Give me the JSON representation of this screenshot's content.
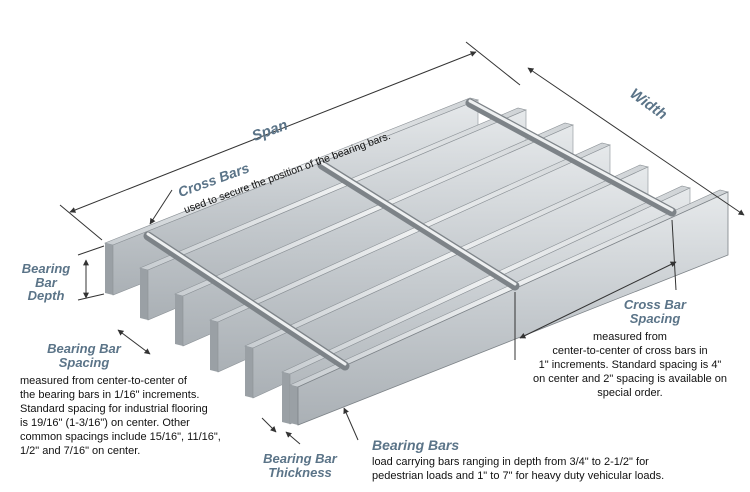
{
  "labels": {
    "span": "Span",
    "width": "Width",
    "cross_bars": "Cross Bars",
    "cross_bars_desc": "used to secure the position of the bearing bars.",
    "bearing_bar_depth": [
      "Bearing",
      "Bar",
      "Depth"
    ],
    "bearing_bar_spacing": [
      "Bearing Bar",
      "Spacing"
    ],
    "bearing_bar_spacing_desc": [
      "measured from center-to-center of",
      "the bearing bars in 1/16\" increments.",
      "Standard spacing for industrial flooring",
      "is 19/16\" (1-3/16\") on center.  Other",
      "common spacings include 15/16\", 11/16\",",
      "1/2\" and 7/16\" on center."
    ],
    "bearing_bar_thickness": [
      "Bearing Bar",
      "Thickness"
    ],
    "bearing_bars": "Bearing Bars",
    "bearing_bars_desc": [
      "load carrying bars ranging in depth from 3/4\" to 2-1/2\" for",
      "pedestrian loads and 1\" to 7\" for heavy duty vehicular loads."
    ],
    "cross_bar_spacing": [
      "Cross Bar",
      "Spacing"
    ],
    "cross_bar_spacing_desc": [
      "measured from",
      "center-to-center of cross bars in",
      "1\" increments. Standard spacing is 4\"",
      "on center and 2\" spacing is available on",
      "special order."
    ]
  },
  "colors": {
    "label": "#5b7488",
    "text": "#111111",
    "line": "#333333",
    "bar_top": "#d9dde0",
    "bar_face": "#b9bfc3",
    "bar_edge": "#8c9297"
  }
}
